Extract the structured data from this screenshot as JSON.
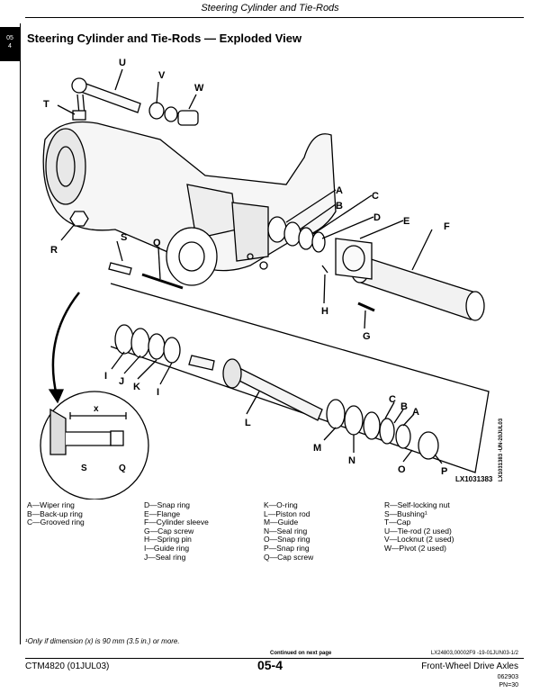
{
  "header": {
    "title": "Steering Cylinder and Tie-Rods"
  },
  "section_tab": {
    "line1": "05",
    "line2": "4"
  },
  "page_title": "Steering Cylinder and Tie-Rods — Exploded View",
  "figure": {
    "labels": [
      "U",
      "V",
      "W",
      "T",
      "A",
      "B",
      "C",
      "D",
      "E",
      "F",
      "R",
      "S",
      "Q",
      "H",
      "G",
      "I",
      "J",
      "K",
      "I",
      "L",
      "C",
      "B",
      "A",
      "M",
      "N",
      "O",
      "P"
    ],
    "inset_labels": {
      "x": "x",
      "s": "S",
      "q": "Q"
    },
    "image_id": "LX1031383",
    "side_code": "LX1031383 -UN-20JUL03"
  },
  "legend": {
    "col1": [
      "A—Wiper ring",
      "B—Back-up ring",
      "C—Grooved ring"
    ],
    "col2": [
      "D—Snap ring",
      "E—Flange",
      "F—Cylinder sleeve",
      "G—Cap screw",
      "H—Spring pin",
      "I—Guide ring",
      "J—Seal ring"
    ],
    "col3": [
      "K—O-ring",
      "L—Piston rod",
      "M—Guide",
      "N—Seal ring",
      "O—Snap ring",
      "P—Snap ring",
      "Q—Cap screw"
    ],
    "col4": [
      "R—Self-locking nut",
      "S—Bushing¹",
      "T—Cap",
      "U—Tie-rod (2 used)",
      "V—Locknut (2 used)",
      "W—Pivot (2 used)"
    ]
  },
  "footnote": "¹Only if dimension (x) is 90 mm (3.5 in.) or more.",
  "footer": {
    "continued": "Continued on next page",
    "doc_ref": "LX24803,00002F9 -19-01JUN03-1/2",
    "left": "CTM4820 (01JUL03)",
    "page_number": "05-4",
    "right": "Front-Wheel Drive Axles",
    "code1": "062903",
    "code2": "PN=30"
  }
}
